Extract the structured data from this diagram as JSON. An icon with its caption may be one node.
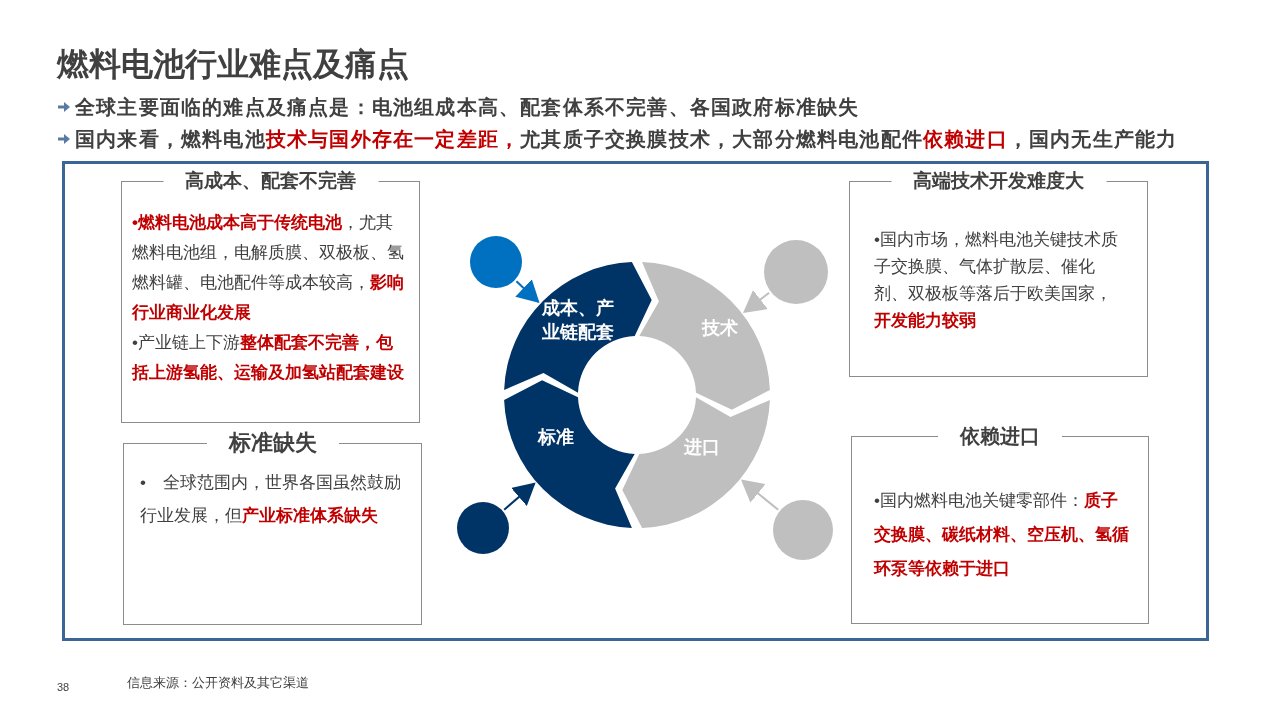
{
  "diagram": {
    "title": "燃料电池行业难点及痛点",
    "nodes": [
      {
        "text": [],
        "shape": "box"
      },
      {
        "text": [
          "高成本、配套不完善",
          "**•燃料电池成本高于传统电池**，尤其燃料电池组，电解质膜、双极板、氢燃料罐、电池配件等成本较高，**影响行业商业化发展**",
          "•产业链上下游**整体配套不完善，包括上游氢能、运输及加氢站配套建设**"
        ],
        "in": 0
      },
      {
        "text": [
          "高端技术开发难度大",
          "•国内市场，燃料电池关键技术质子交换膜、气体扩散层、催化剂、双极板等落后于欧美国家，**开发能力较弱**"
        ],
        "in": 0
      },
      {
        "text": [],
        "shape": "circle",
        "in": 0
      },
      {
        "text": [],
        "shape": "circle",
        "in": 0
      },
      {
        "text": [
          "成本、产业链配套"
        ],
        "in": 0
      },
      {
        "text": [
          "技术"
        ],
        "in": 0
      },
      {
        "text": [
          "标准"
        ],
        "in": 0
      },
      {
        "text": [
          "进口"
        ],
        "in": 0
      },
      {
        "text": [
          "标准缺失",
          "•　全球范围内，世界各国虽然鼓励行业发展，但**产业标准体系缺失**"
        ],
        "in": 0
      },
      {
        "text": [
          "依赖进口",
          "•国内燃料电池关键零部件：**质子交换膜、碳纸材料、空压机、氢循环泵等依赖于进口**"
        ],
        "in": 0
      },
      {
        "text": [],
        "shape": "circle",
        "in": 0
      },
      {
        "text": [],
        "shape": "circle",
        "in": 0
      }
    ],
    "edges": [
      {
        "from": 3,
        "to": 5,
        "arrow": "to",
        "color": "#0070c0"
      },
      {
        "from": 4,
        "to": 6,
        "arrow": "to",
        "color": "#bfbfbf"
      },
      {
        "from": 11,
        "to": 7,
        "arrow": "to",
        "color": "#003366"
      },
      {
        "from": 12,
        "to": 8,
        "arrow": "to",
        "color": "#bfbfbf"
      }
    ],
    "labels": [
      "全球主要面临的难点及痛点是：电池组成本高、配套体系不完善、各国政府标准缺失",
      "国内来看，燃料电池**技术与国外存在一定差距，**尤其质子交换膜技术，大部分燃料电池配件**依赖进口**，国内无生产能力",
      "38",
      "信息来源：公开资料及其它渠道"
    ]
  }
}
